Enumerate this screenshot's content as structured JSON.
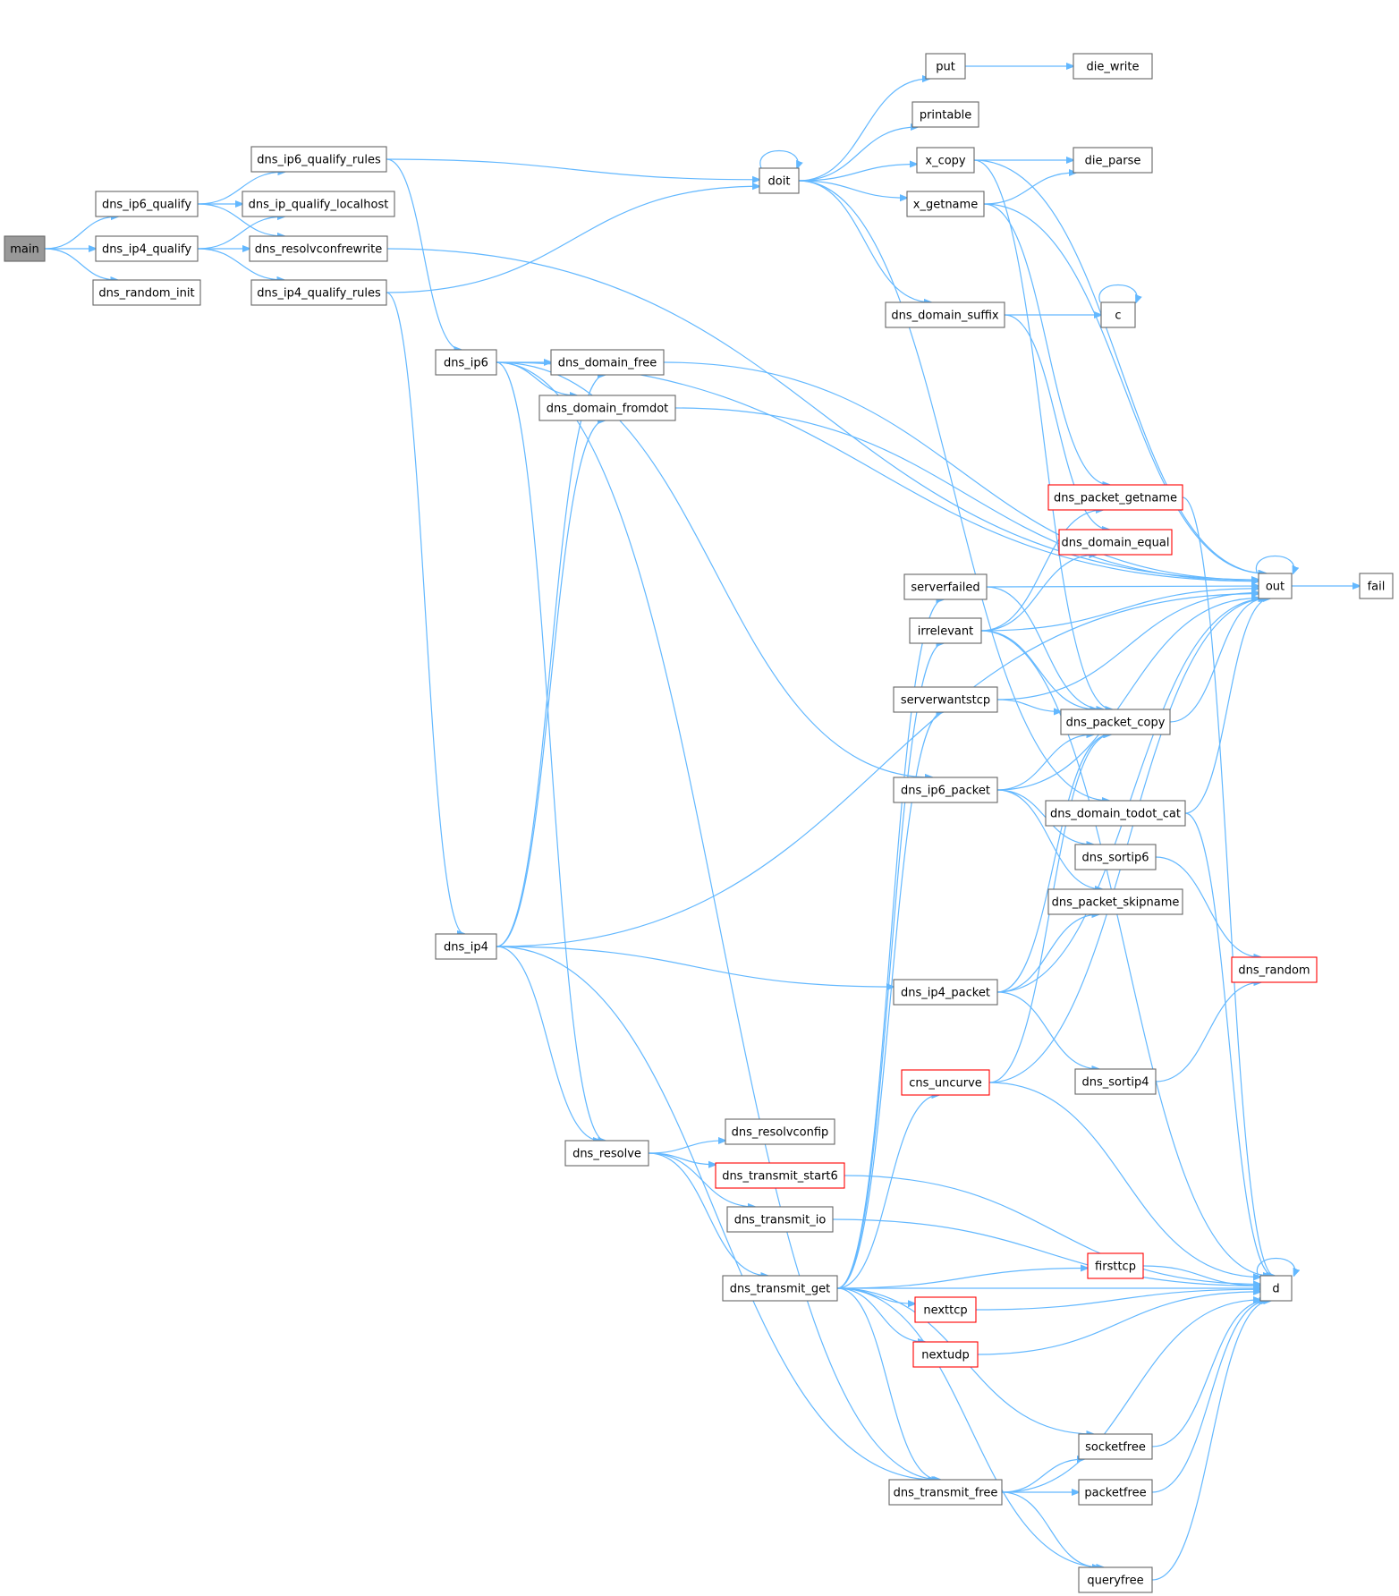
{
  "colors": {
    "edge": "#63b8ff",
    "root_fill": "#999999",
    "border": "#666666",
    "red_border": "#ff0000"
  },
  "nodes": [
    {
      "id": "main",
      "label": "main",
      "style": "root"
    },
    {
      "id": "dns_ip6_qualify",
      "label": "dns_ip6_qualify"
    },
    {
      "id": "dns_ip4_qualify",
      "label": "dns_ip4_qualify"
    },
    {
      "id": "dns_random_init",
      "label": "dns_random_init"
    },
    {
      "id": "dns_ip6_qualify_rules",
      "label": "dns_ip6_qualify_rules"
    },
    {
      "id": "dns_ip_qualify_localhost",
      "label": "dns_ip_qualify_localhost"
    },
    {
      "id": "dns_resolvconfrewrite",
      "label": "dns_resolvconfrewrite"
    },
    {
      "id": "dns_ip4_qualify_rules",
      "label": "dns_ip4_qualify_rules"
    },
    {
      "id": "dns_ip6",
      "label": "dns_ip6"
    },
    {
      "id": "dns_ip4",
      "label": "dns_ip4"
    },
    {
      "id": "dns_domain_free",
      "label": "dns_domain_free"
    },
    {
      "id": "dns_domain_fromdot",
      "label": "dns_domain_fromdot"
    },
    {
      "id": "dns_resolve",
      "label": "dns_resolve"
    },
    {
      "id": "doit",
      "label": "doit"
    },
    {
      "id": "dns_resolvconfip",
      "label": "dns_resolvconfip"
    },
    {
      "id": "dns_transmit_start6",
      "label": "dns_transmit_start6",
      "style": "red"
    },
    {
      "id": "dns_transmit_io",
      "label": "dns_transmit_io"
    },
    {
      "id": "dns_transmit_get",
      "label": "dns_transmit_get"
    },
    {
      "id": "put",
      "label": "put"
    },
    {
      "id": "printable",
      "label": "printable"
    },
    {
      "id": "x_copy",
      "label": "x_copy"
    },
    {
      "id": "x_getname",
      "label": "x_getname"
    },
    {
      "id": "dns_domain_suffix",
      "label": "dns_domain_suffix"
    },
    {
      "id": "serverfailed",
      "label": "serverfailed"
    },
    {
      "id": "irrelevant",
      "label": "irrelevant"
    },
    {
      "id": "serverwantstcp",
      "label": "serverwantstcp"
    },
    {
      "id": "dns_ip6_packet",
      "label": "dns_ip6_packet"
    },
    {
      "id": "dns_ip4_packet",
      "label": "dns_ip4_packet"
    },
    {
      "id": "cns_uncurve",
      "label": "cns_uncurve",
      "style": "red"
    },
    {
      "id": "nexttcp",
      "label": "nexttcp",
      "style": "red"
    },
    {
      "id": "nextudp",
      "label": "nextudp",
      "style": "red"
    },
    {
      "id": "dns_transmit_free",
      "label": "dns_transmit_free"
    },
    {
      "id": "die_write",
      "label": "die_write"
    },
    {
      "id": "die_parse",
      "label": "die_parse"
    },
    {
      "id": "c",
      "label": "c"
    },
    {
      "id": "dns_packet_getname",
      "label": "dns_packet_getname",
      "style": "red"
    },
    {
      "id": "dns_domain_equal",
      "label": "dns_domain_equal",
      "style": "red"
    },
    {
      "id": "dns_packet_copy",
      "label": "dns_packet_copy"
    },
    {
      "id": "dns_domain_todot_cat",
      "label": "dns_domain_todot_cat"
    },
    {
      "id": "dns_sortip6",
      "label": "dns_sortip6"
    },
    {
      "id": "dns_packet_skipname",
      "label": "dns_packet_skipname"
    },
    {
      "id": "dns_sortip4",
      "label": "dns_sortip4"
    },
    {
      "id": "firsttcp",
      "label": "firsttcp",
      "style": "red"
    },
    {
      "id": "socketfree",
      "label": "socketfree"
    },
    {
      "id": "packetfree",
      "label": "packetfree"
    },
    {
      "id": "queryfree",
      "label": "queryfree"
    },
    {
      "id": "out",
      "label": "out"
    },
    {
      "id": "dns_random",
      "label": "dns_random",
      "style": "red"
    },
    {
      "id": "d",
      "label": "d"
    },
    {
      "id": "fail",
      "label": "fail"
    }
  ],
  "edges": [
    [
      "main",
      "dns_ip6_qualify"
    ],
    [
      "main",
      "dns_ip4_qualify"
    ],
    [
      "main",
      "dns_random_init"
    ],
    [
      "dns_ip6_qualify",
      "dns_ip6_qualify_rules"
    ],
    [
      "dns_ip6_qualify",
      "dns_ip_qualify_localhost"
    ],
    [
      "dns_ip6_qualify",
      "dns_resolvconfrewrite"
    ],
    [
      "dns_ip4_qualify",
      "dns_ip_qualify_localhost"
    ],
    [
      "dns_ip4_qualify",
      "dns_resolvconfrewrite"
    ],
    [
      "dns_ip4_qualify",
      "dns_ip4_qualify_rules"
    ],
    [
      "dns_ip6_qualify_rules",
      "doit"
    ],
    [
      "dns_ip6_qualify_rules",
      "dns_ip6"
    ],
    [
      "dns_resolvconfrewrite",
      "out"
    ],
    [
      "dns_ip4_qualify_rules",
      "doit"
    ],
    [
      "dns_ip4_qualify_rules",
      "dns_ip4"
    ],
    [
      "dns_ip6",
      "out"
    ],
    [
      "dns_ip6",
      "dns_domain_free"
    ],
    [
      "dns_ip6",
      "dns_domain_fromdot"
    ],
    [
      "dns_ip6",
      "dns_ip6_packet"
    ],
    [
      "dns_ip6",
      "dns_resolve"
    ],
    [
      "dns_ip6",
      "dns_transmit_free"
    ],
    [
      "dns_ip4",
      "dns_domain_free"
    ],
    [
      "dns_ip4",
      "dns_domain_fromdot"
    ],
    [
      "dns_ip4",
      "out"
    ],
    [
      "dns_ip4",
      "dns_ip4_packet"
    ],
    [
      "dns_ip4",
      "dns_resolve"
    ],
    [
      "dns_ip4",
      "dns_transmit_free"
    ],
    [
      "dns_domain_free",
      "out"
    ],
    [
      "dns_domain_fromdot",
      "out"
    ],
    [
      "dns_resolve",
      "dns_resolvconfip"
    ],
    [
      "dns_resolve",
      "dns_transmit_start6"
    ],
    [
      "dns_resolve",
      "dns_transmit_io"
    ],
    [
      "dns_resolve",
      "dns_transmit_get"
    ],
    [
      "doit",
      "doit"
    ],
    [
      "doit",
      "put"
    ],
    [
      "doit",
      "printable"
    ],
    [
      "doit",
      "x_copy"
    ],
    [
      "doit",
      "x_getname"
    ],
    [
      "doit",
      "dns_domain_suffix"
    ],
    [
      "doit",
      "dns_domain_todot_cat"
    ],
    [
      "put",
      "die_write"
    ],
    [
      "x_copy",
      "die_parse"
    ],
    [
      "x_copy",
      "out"
    ],
    [
      "x_copy",
      "dns_packet_copy"
    ],
    [
      "x_getname",
      "die_parse"
    ],
    [
      "x_getname",
      "out"
    ],
    [
      "x_getname",
      "dns_packet_getname"
    ],
    [
      "dns_domain_suffix",
      "c"
    ],
    [
      "dns_domain_suffix",
      "dns_domain_equal"
    ],
    [
      "c",
      "c"
    ],
    [
      "dns_transmit_start6",
      "d"
    ],
    [
      "dns_transmit_io",
      "d"
    ],
    [
      "dns_transmit_get",
      "serverfailed"
    ],
    [
      "dns_transmit_get",
      "irrelevant"
    ],
    [
      "dns_transmit_get",
      "serverwantstcp"
    ],
    [
      "dns_transmit_get",
      "cns_uncurve"
    ],
    [
      "dns_transmit_get",
      "firsttcp"
    ],
    [
      "dns_transmit_get",
      "nexttcp"
    ],
    [
      "dns_transmit_get",
      "nextudp"
    ],
    [
      "dns_transmit_get",
      "d"
    ],
    [
      "dns_transmit_get",
      "socketfree"
    ],
    [
      "dns_transmit_get",
      "dns_transmit_free"
    ],
    [
      "dns_transmit_get",
      "queryfree"
    ],
    [
      "serverfailed",
      "out"
    ],
    [
      "serverfailed",
      "dns_packet_copy"
    ],
    [
      "irrelevant",
      "dns_packet_getname"
    ],
    [
      "irrelevant",
      "dns_domain_equal"
    ],
    [
      "irrelevant",
      "out"
    ],
    [
      "irrelevant",
      "dns_packet_copy"
    ],
    [
      "irrelevant",
      "d"
    ],
    [
      "serverwantstcp",
      "out"
    ],
    [
      "serverwantstcp",
      "dns_packet_copy"
    ],
    [
      "dns_ip6_packet",
      "dns_packet_copy"
    ],
    [
      "dns_ip6_packet",
      "out"
    ],
    [
      "dns_ip6_packet",
      "dns_sortip6"
    ],
    [
      "dns_ip6_packet",
      "dns_packet_skipname"
    ],
    [
      "dns_ip4_packet",
      "dns_packet_copy"
    ],
    [
      "dns_ip4_packet",
      "dns_packet_skipname"
    ],
    [
      "dns_ip4_packet",
      "out"
    ],
    [
      "dns_ip4_packet",
      "dns_sortip4"
    ],
    [
      "cns_uncurve",
      "dns_packet_copy"
    ],
    [
      "cns_uncurve",
      "out"
    ],
    [
      "cns_uncurve",
      "d"
    ],
    [
      "dns_packet_getname",
      "d"
    ],
    [
      "dns_packet_copy",
      "out"
    ],
    [
      "dns_domain_todot_cat",
      "out"
    ],
    [
      "dns_domain_todot_cat",
      "d"
    ],
    [
      "dns_sortip6",
      "dns_random"
    ],
    [
      "dns_sortip4",
      "dns_random"
    ],
    [
      "firsttcp",
      "d"
    ],
    [
      "nexttcp",
      "d"
    ],
    [
      "nextudp",
      "d"
    ],
    [
      "dns_transmit_free",
      "socketfree"
    ],
    [
      "dns_transmit_free",
      "packetfree"
    ],
    [
      "dns_transmit_free",
      "d"
    ],
    [
      "dns_transmit_free",
      "queryfree"
    ],
    [
      "socketfree",
      "d"
    ],
    [
      "packetfree",
      "d"
    ],
    [
      "queryfree",
      "d"
    ],
    [
      "out",
      "out"
    ],
    [
      "out",
      "fail"
    ],
    [
      "d",
      "d"
    ]
  ]
}
